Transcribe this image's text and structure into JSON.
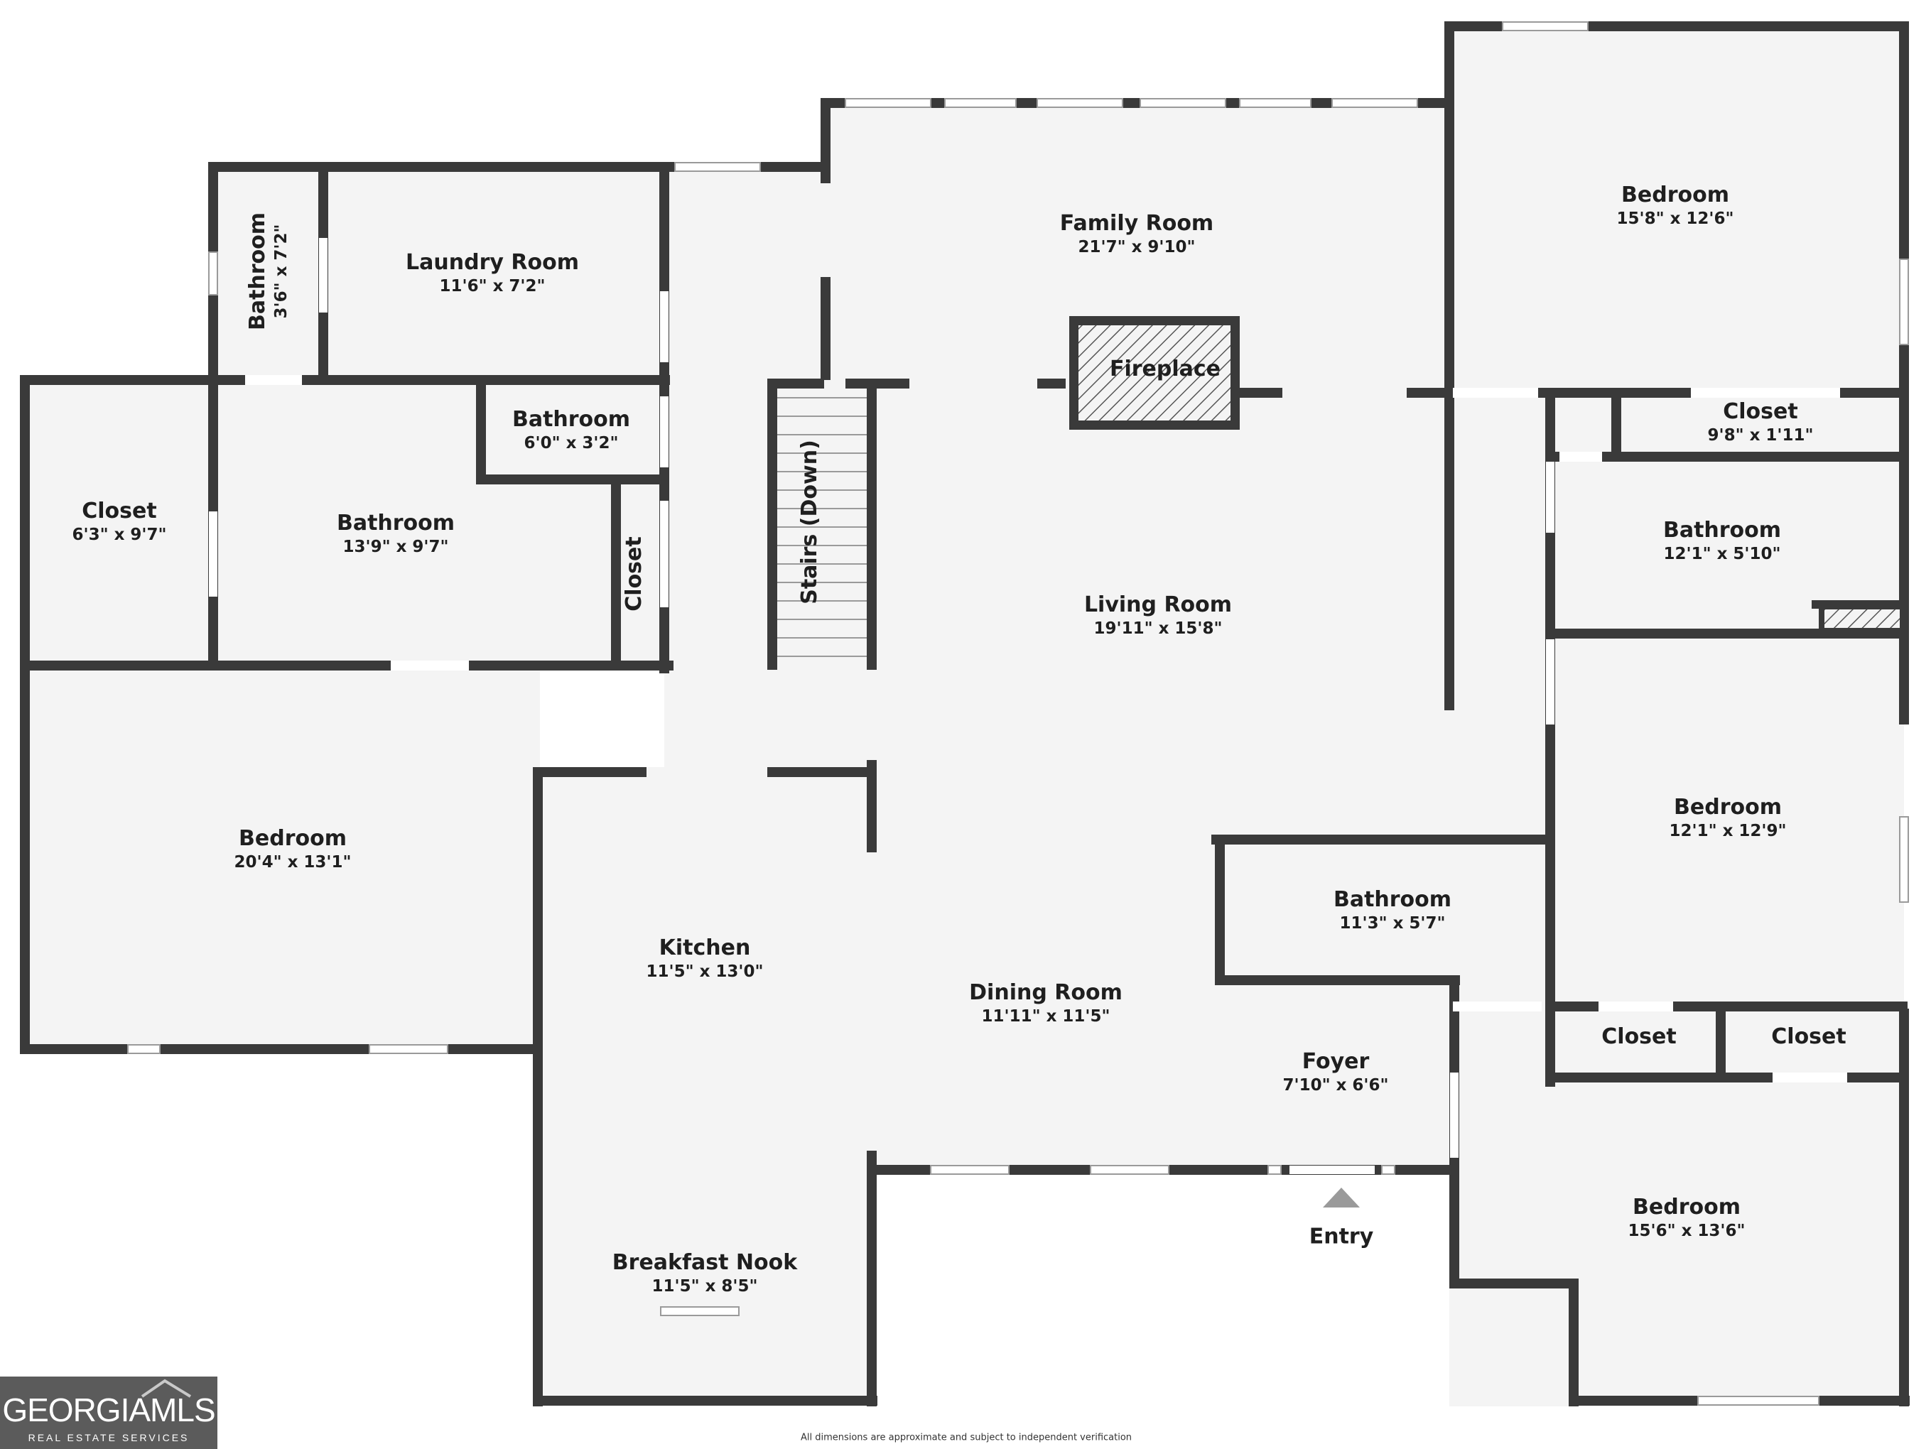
{
  "rooms": [
    {
      "name": "Family Room",
      "dim": "21'7\" x 9'10\""
    },
    {
      "name": "Bedroom",
      "dim": "15'8\" x 12'6\""
    },
    {
      "name": "Bathroom",
      "dim": "3'6\" x 7'2\""
    },
    {
      "name": "Laundry Room",
      "dim": "11'6\" x 7'2\""
    },
    {
      "name": "Bathroom",
      "dim": "6'0\" x 3'2\""
    },
    {
      "name": "Closet",
      "dim": "6'3\" x 9'7\""
    },
    {
      "name": "Bathroom",
      "dim": "13'9\" x 9'7\""
    },
    {
      "name": "Closet",
      "dim": ""
    },
    {
      "name": "Stairs (Down)",
      "dim": ""
    },
    {
      "name": "Fireplace",
      "dim": ""
    },
    {
      "name": "Closet",
      "dim": "9'8\" x 1'11\""
    },
    {
      "name": "Bathroom",
      "dim": "12'1\" x 5'10\""
    },
    {
      "name": "Living Room",
      "dim": "19'11\" x 15'8\""
    },
    {
      "name": "Bedroom",
      "dim": "20'4\" x 13'1\""
    },
    {
      "name": "Bedroom",
      "dim": "12'1\" x 12'9\""
    },
    {
      "name": "Bathroom",
      "dim": "11'3\" x 5'7\""
    },
    {
      "name": "Kitchen",
      "dim": "11'5\" x 13'0\""
    },
    {
      "name": "Dining Room",
      "dim": "11'11\" x 11'5\""
    },
    {
      "name": "Closet",
      "dim": ""
    },
    {
      "name": "Closet",
      "dim": ""
    },
    {
      "name": "Foyer",
      "dim": "7'10\" x 6'6\""
    },
    {
      "name": "Bedroom",
      "dim": "15'6\" x 13'6\""
    },
    {
      "name": "Breakfast Nook",
      "dim": "11'5\" x 8'5\""
    }
  ],
  "entry_label": "Entry",
  "disclaimer": "All dimensions are approximate and subject to independent verification",
  "logo": {
    "brand": "GEORGIAMLS",
    "tagline": "REAL ESTATE SERVICES"
  },
  "colors": {
    "wall": "#3a3a3a",
    "floor": "#f4f4f4",
    "window": "#ffffff",
    "logo_bg": "#5b5b5b"
  }
}
